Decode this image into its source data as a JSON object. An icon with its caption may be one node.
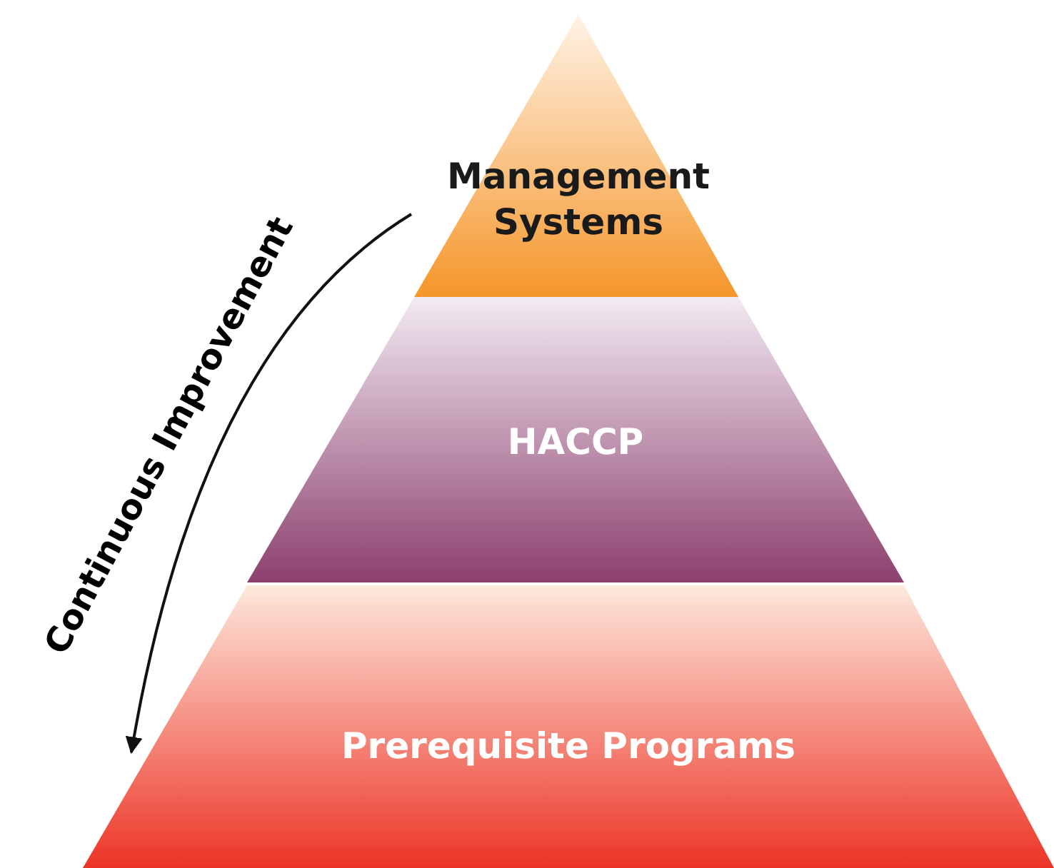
{
  "diagram": {
    "nodes": [
      {
        "text": [
          "Management Systems"
        ]
      },
      {
        "text": [
          "HACCP"
        ]
      },
      {
        "text": [
          "Prerequisite Programs"
        ]
      }
    ],
    "edges": [
      {
        "from": 0,
        "to": 2,
        "arrow": "to",
        "label": "Continuous Improvement"
      }
    ]
  }
}
